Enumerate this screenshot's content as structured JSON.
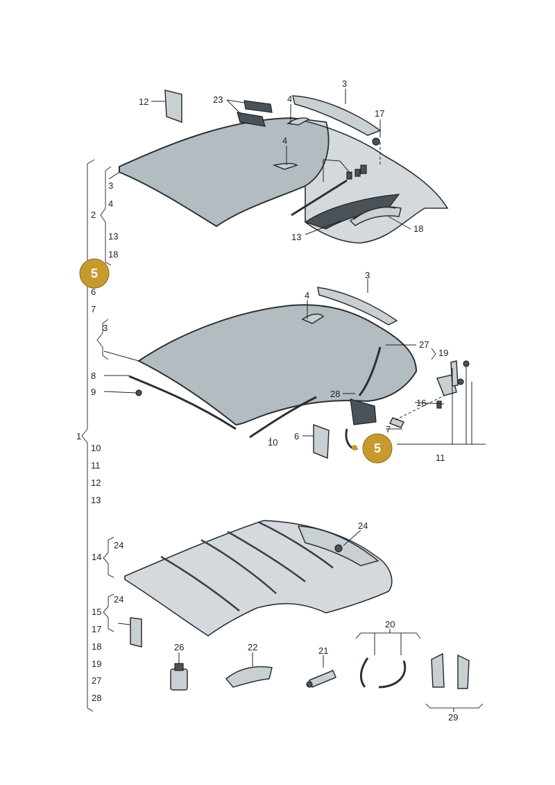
{
  "accent_color": "#c79a2e",
  "badges": [
    {
      "id": "badge-left",
      "text": "5"
    },
    {
      "id": "badge-callout",
      "text": "5"
    }
  ],
  "labels": {
    "top_12": "12",
    "top_23": "23",
    "top_3": "3",
    "top_17": "17",
    "top_4a": "4",
    "top_4b": "4",
    "top_13": "13",
    "top_18": "18",
    "list_3": "3",
    "list_4": "4",
    "list_2": "2",
    "list_13": "13",
    "list_18": "18",
    "list_6": "6",
    "list_7": "7",
    "list_3b": "3",
    "mid_3": "3",
    "mid_4": "4",
    "mid_27": "27",
    "mid_19": "19",
    "mid_8": "8",
    "mid_9": "9",
    "mid_28": "28",
    "mid_16": "16",
    "mid_7": "7",
    "mid_6": "6",
    "mid_10": "10",
    "mid_11": "11",
    "list_1": "1",
    "list_10": "10",
    "list_11": "11",
    "list_12": "12",
    "list_13b": "13",
    "bot_24": "24",
    "list_14": "14",
    "list_24a": "24",
    "list_15": "15",
    "list_24b": "24",
    "list_17": "17",
    "list_18b": "18",
    "list_19": "19",
    "list_27": "27",
    "list_28": "28",
    "bot_26": "26",
    "bot_22": "22",
    "bot_21": "21",
    "bot_20": "20",
    "bot_29": "29"
  }
}
